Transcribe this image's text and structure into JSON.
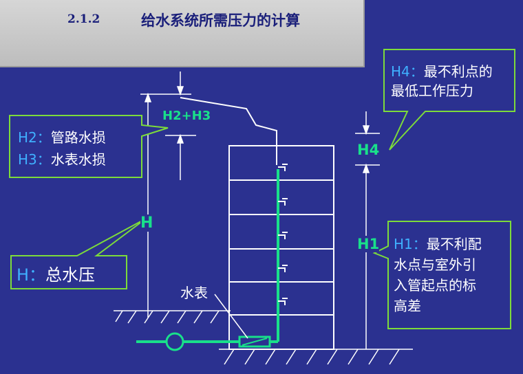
{
  "header": {
    "section": "2.1.2",
    "title": "给水系统所需压力的计算"
  },
  "labels": {
    "h2h3": "H2+H3",
    "h4": "H4",
    "h": "H",
    "h1": "H1",
    "meter": "水表"
  },
  "callouts": {
    "h4": {
      "key": "H4：",
      "line1": "最不利点的",
      "line2": "最低工作压力"
    },
    "h2h3": {
      "h2_key": "H2：",
      "h2_text": "管路水损",
      "h3_key": "H3：",
      "h3_text": "水表水损"
    },
    "h": {
      "key": "H：",
      "text": "总水压"
    },
    "h1": {
      "key": "H1：",
      "line1": "最不利配",
      "line2": "水点与室外引",
      "line3": "入管起点的标",
      "line4": "高差"
    }
  },
  "colors": {
    "background": "#2b3190",
    "pipe": "#19e08a",
    "callout_border": "#7ddc3a",
    "dim_line": "#ffffff",
    "key_text": "#3fb0ff"
  }
}
